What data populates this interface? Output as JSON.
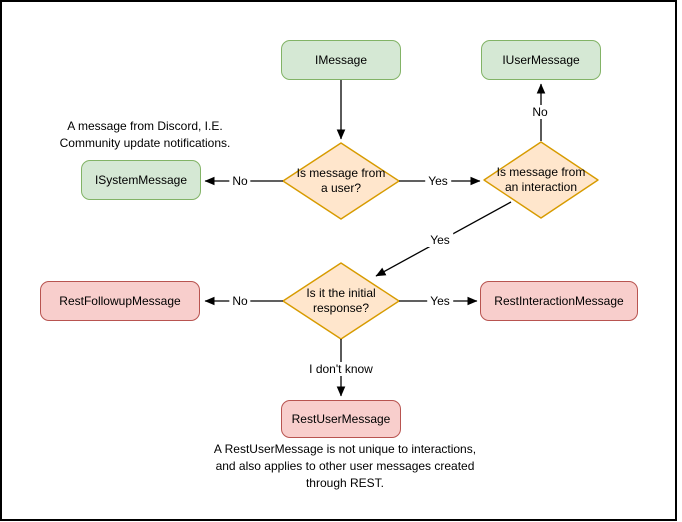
{
  "palette": {
    "background": "#ffffff",
    "frame_border": "#000000",
    "interface_fill": "#d5e8d4",
    "interface_stroke": "#82b366",
    "decision_fill": "#ffe6cc",
    "decision_stroke": "#d79b00",
    "rest_fill": "#f8cecc",
    "rest_stroke": "#b85450",
    "arrow": "#000000",
    "text": "#000000"
  },
  "nodes": {
    "imessage": "IMessage",
    "iusermessage": "IUserMessage",
    "isystemmessage": "ISystemMessage",
    "restfollowupmessage": "RestFollowupMessage",
    "restinteractionmessage": "RestInteractionMessage",
    "restusermessage": "RestUserMessage"
  },
  "decisions": {
    "from_user": "Is message from\na user?",
    "from_interaction": "Is message from\nan interaction",
    "initial_response": "Is it the initial\nresponse?"
  },
  "edge_labels": {
    "to_system": "No",
    "to_interaction": "Yes",
    "to_usermessage": "No",
    "to_initial": "Yes",
    "to_followup": "No",
    "to_interactionmessage": "Yes",
    "to_restusermessage": "I don't know"
  },
  "annotations": {
    "system_note": "A message from Discord, I.E.\nCommunity update notifications.",
    "rest_note": "A RestUserMessage is not unique to interactions,\nand also applies to other user messages created\nthrough REST."
  }
}
